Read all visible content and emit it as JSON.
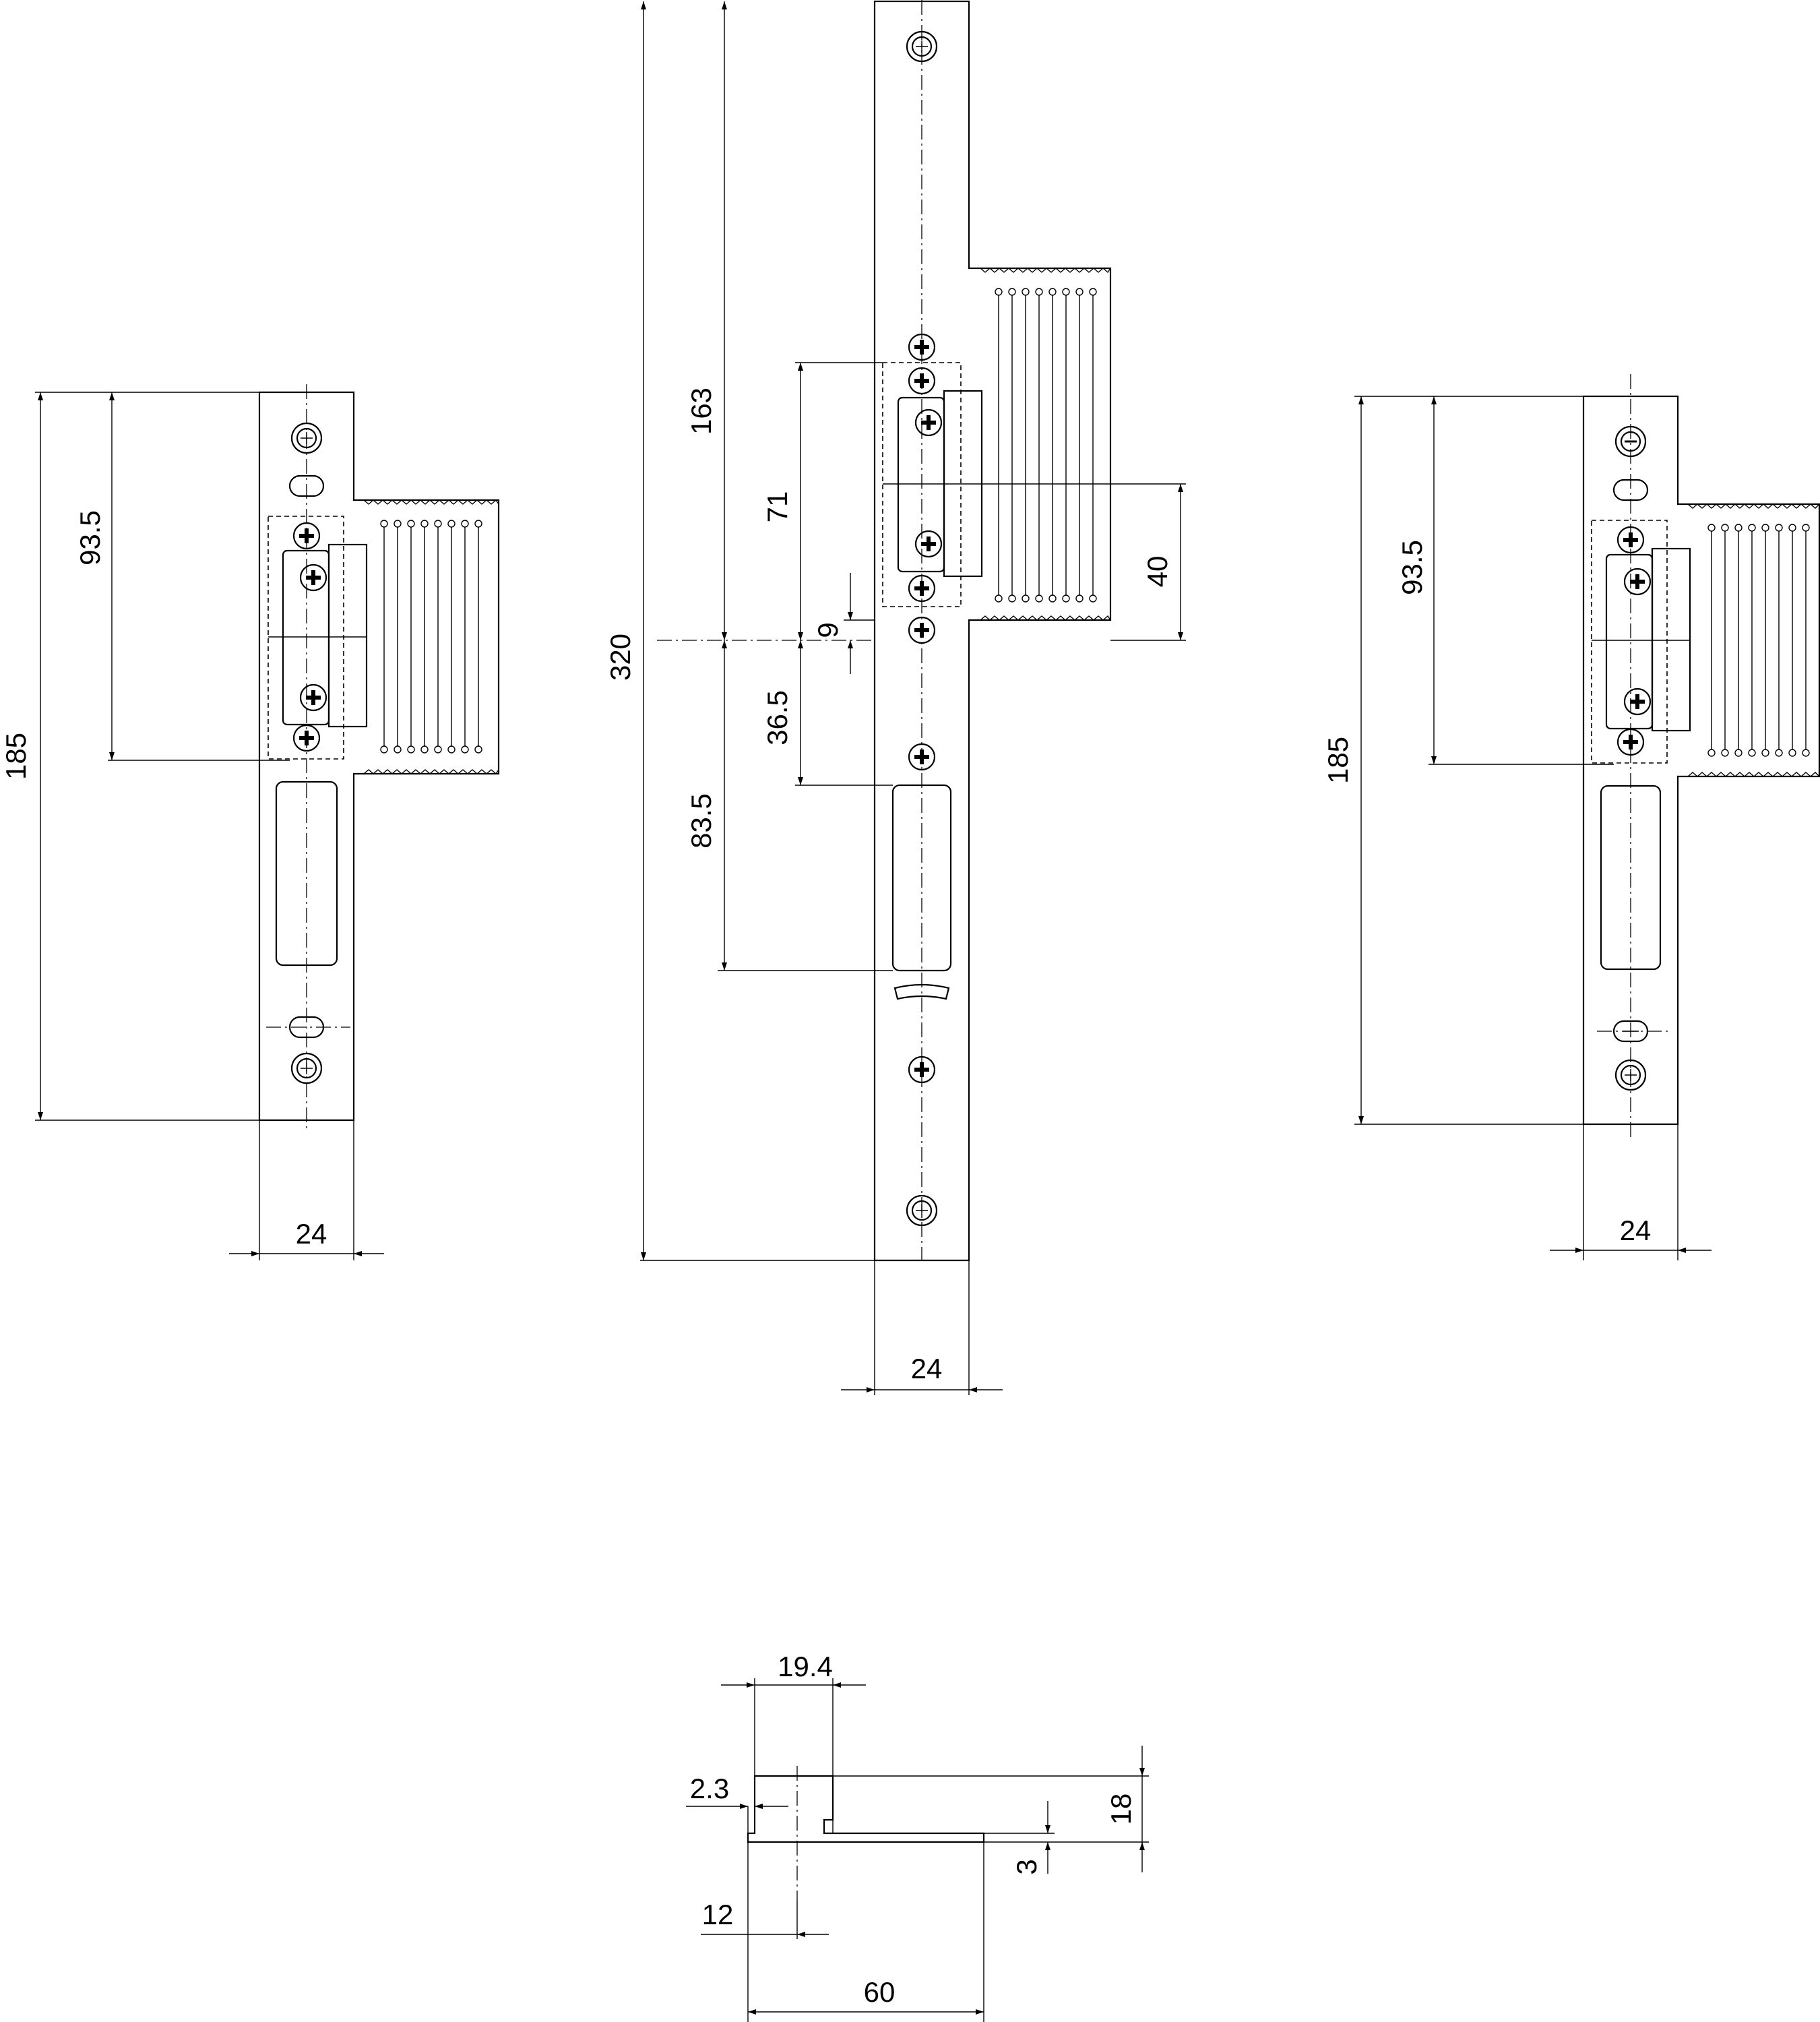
{
  "colors": {
    "line": "#000000",
    "background": "#ffffff"
  },
  "views": {
    "left_plate": {
      "height": "185",
      "keeper_offset": "93.5",
      "width": "24"
    },
    "center_plate": {
      "total_height": "320",
      "upper": "163",
      "keeper_span": "71",
      "small_offset": "9",
      "lower_offset": "36.5",
      "slot_offset": "83.5",
      "side_height": "40",
      "width": "24"
    },
    "right_plate": {
      "height": "185",
      "keeper_offset": "93.5",
      "width": "24"
    },
    "profile": {
      "top_width": "19.4",
      "step": "2.3",
      "height": "18",
      "base_thickness": "3",
      "offset": "12",
      "base_length": "60"
    }
  }
}
